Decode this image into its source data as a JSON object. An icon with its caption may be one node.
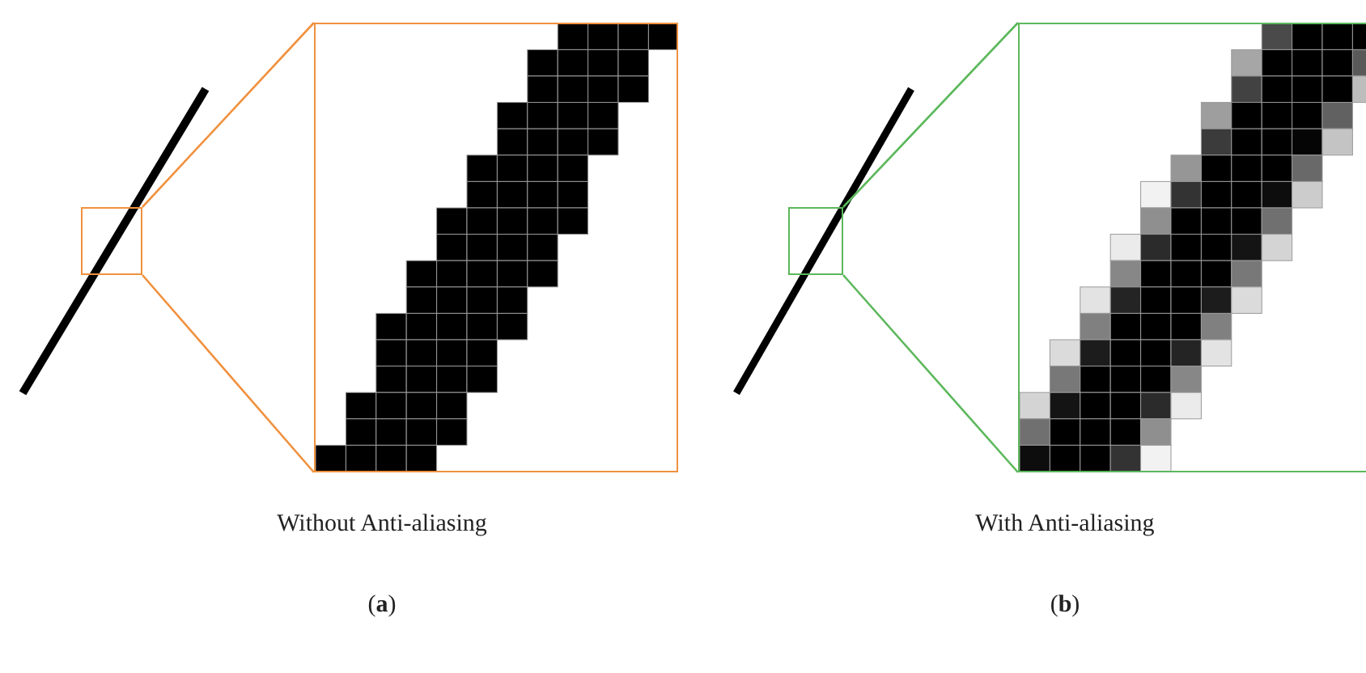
{
  "diagram": {
    "nodes": [
      {
        "text": [],
        "shape": "box"
      },
      {
        "text": [],
        "shape": "picture"
      },
      {
        "text": [],
        "shape": "box"
      },
      {
        "text": [],
        "shape": "picture"
      }
    ],
    "edges": [
      {
        "from": 0,
        "to": 1,
        "arrow": "none",
        "color": "#f0913e"
      },
      {
        "from": 0,
        "to": 1,
        "arrow": "none",
        "color": "#f0913e"
      },
      {
        "from": 2,
        "to": 3,
        "arrow": "none",
        "color": "#5cb85c"
      },
      {
        "from": 2,
        "to": 3,
        "arrow": "none",
        "color": "#5cb85c"
      }
    ],
    "labels": [
      "Without Anti-aliasing",
      "With Anti-aliasing",
      "(**a**)",
      "(**b**)"
    ]
  }
}
